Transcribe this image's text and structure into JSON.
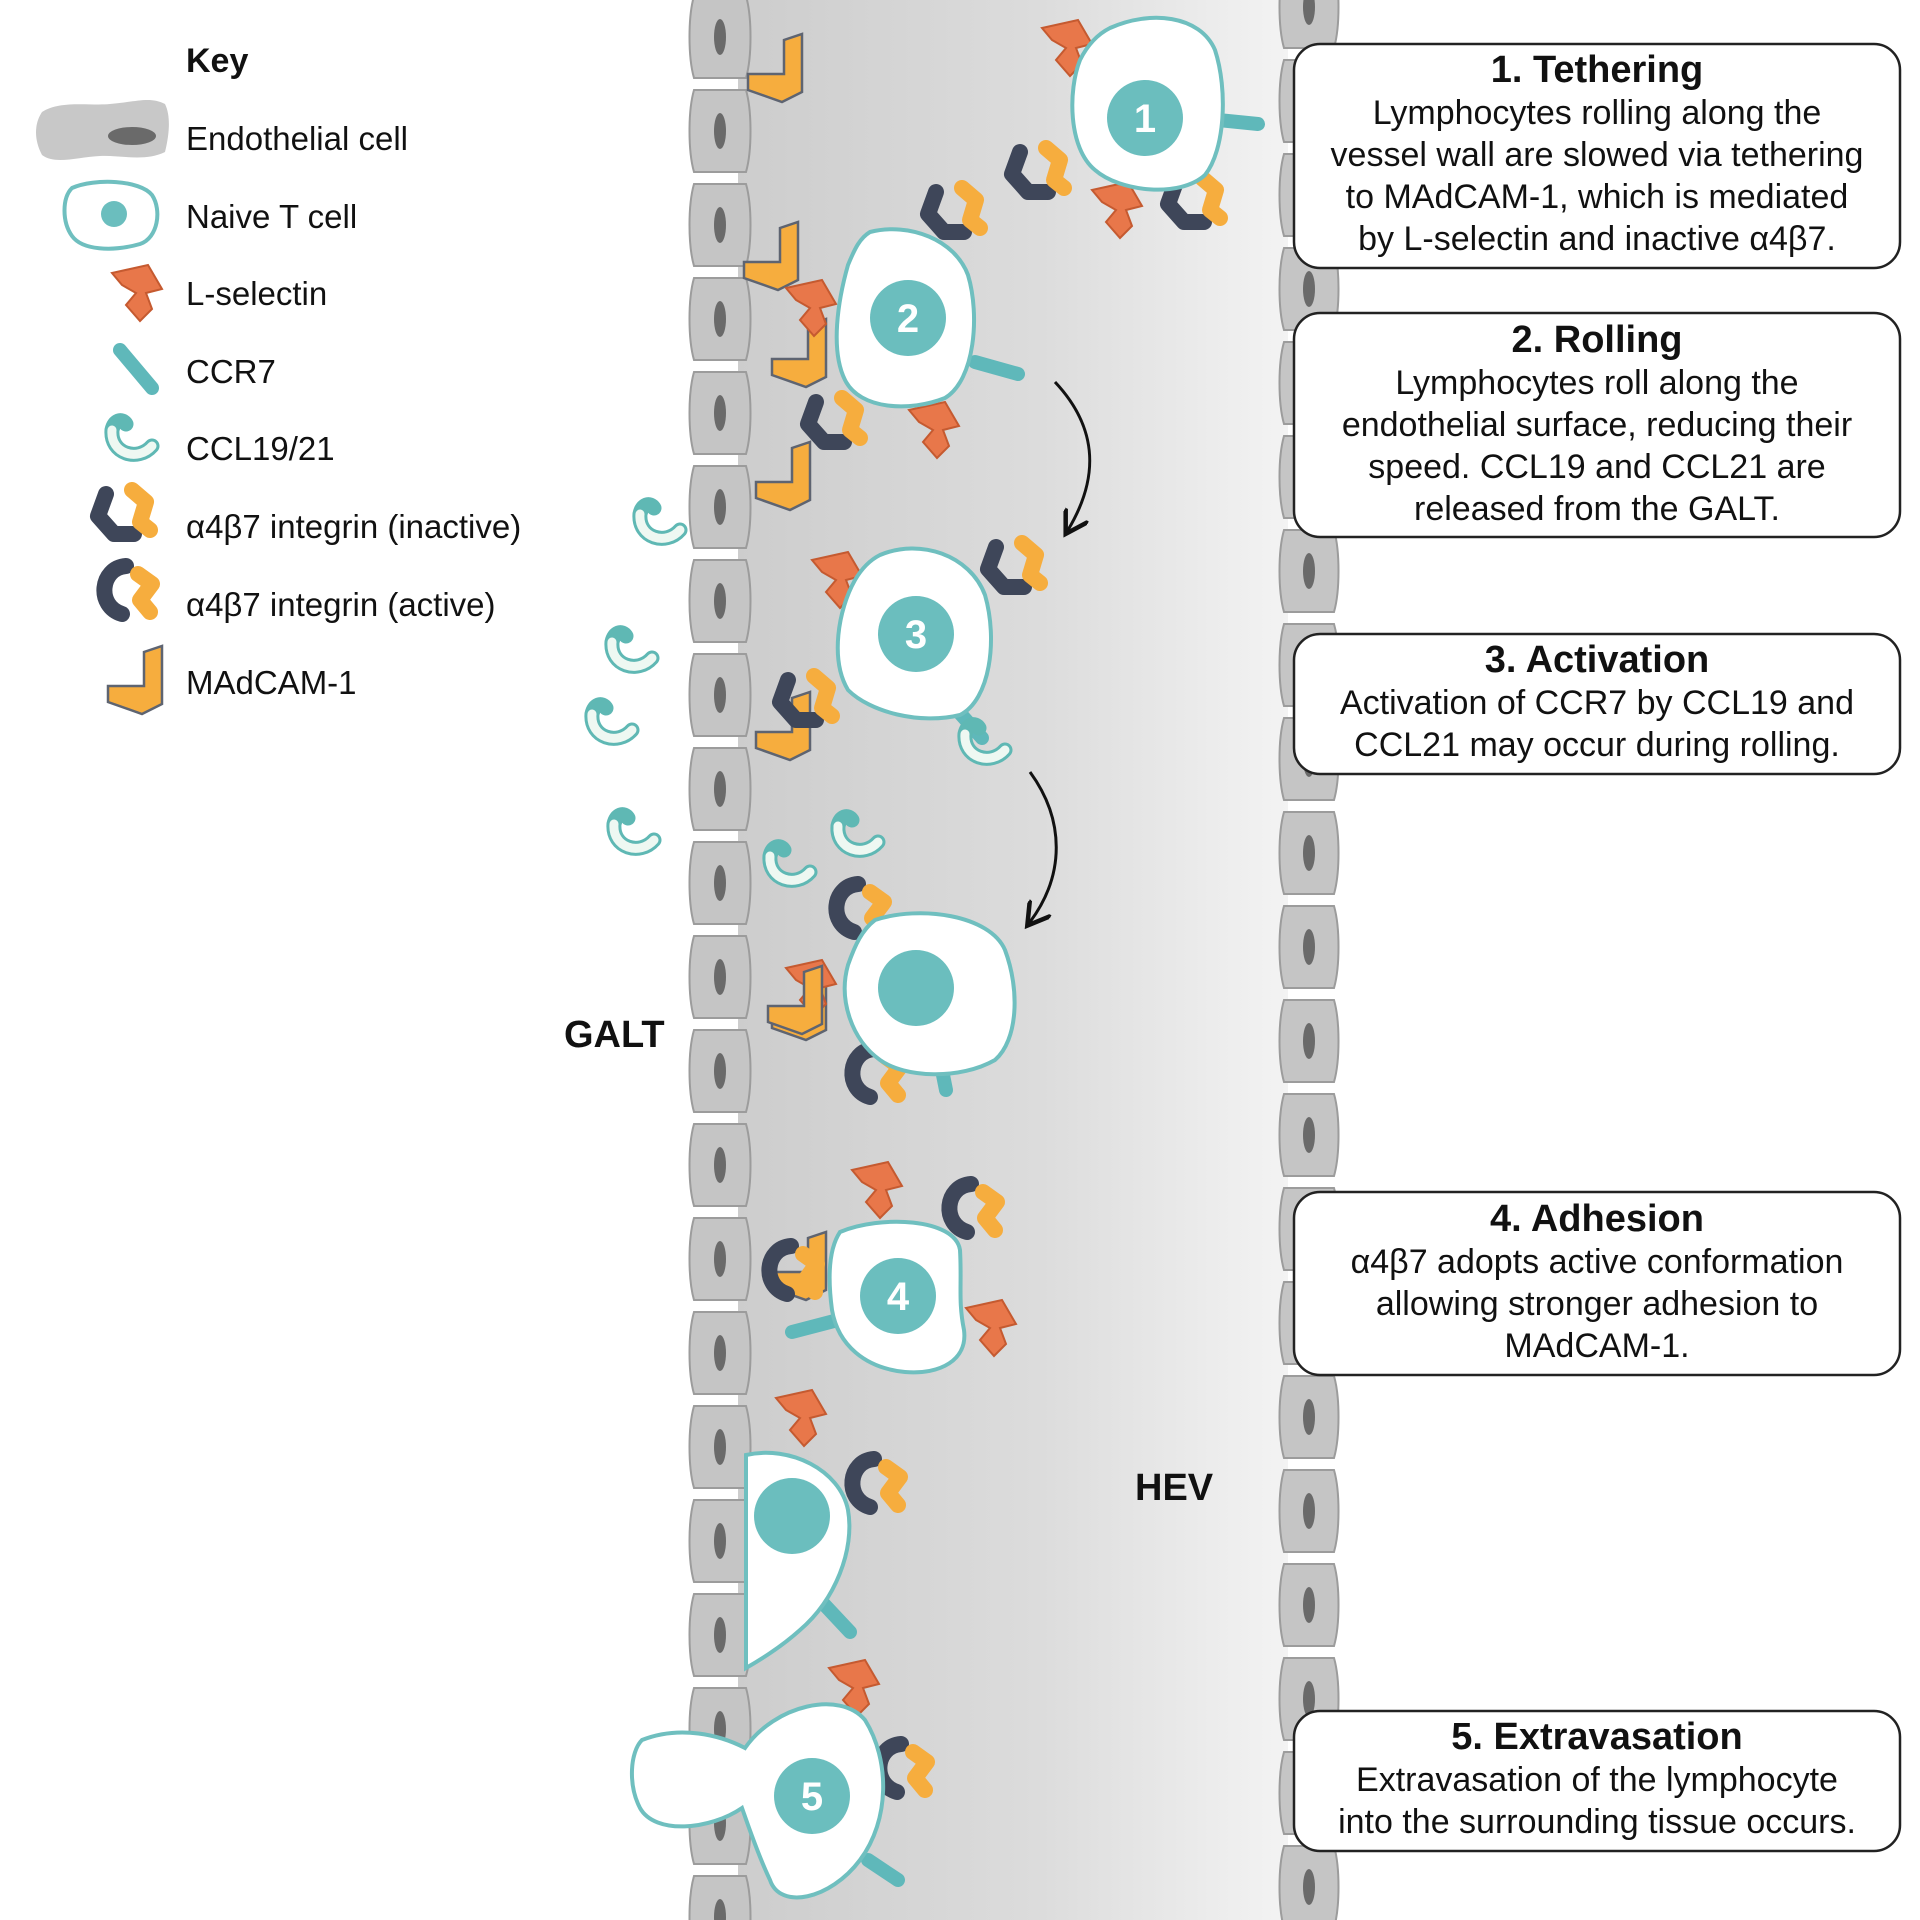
{
  "key": {
    "title": "Key",
    "items": [
      {
        "label": "Endothelial cell"
      },
      {
        "label": "Naive T cell"
      },
      {
        "label": "L-selectin"
      },
      {
        "label": "CCR7"
      },
      {
        "label": "CCL19/21"
      },
      {
        "label": "α4β7 integrin (inactive)"
      },
      {
        "label": "α4β7 integrin (active)"
      },
      {
        "label": "MAdCAM-1"
      }
    ]
  },
  "regions": {
    "left": "GALT",
    "center": "HEV"
  },
  "cells": [
    {
      "number": "1"
    },
    {
      "number": "2"
    },
    {
      "number": "3"
    },
    {
      "number": ""
    },
    {
      "number": "4"
    },
    {
      "number": ""
    },
    {
      "number": "5"
    }
  ],
  "steps": [
    {
      "title": "1. Tethering",
      "lines": [
        "Lymphocytes rolling along the",
        "vessel wall are slowed via tethering",
        "to MAdCAM-1, which is mediated",
        "by L-selectin and inactive α4β7."
      ]
    },
    {
      "title": "2. Rolling",
      "lines": [
        "Lymphocytes roll along the",
        "endothelial surface, reducing their",
        "speed. CCL19 and CCL21 are",
        "released from the GALT."
      ]
    },
    {
      "title": "3. Activation",
      "lines": [
        "Activation of CCR7 by CCL19 and",
        "CCL21 may occur during rolling."
      ]
    },
    {
      "title": "4. Adhesion",
      "lines": [
        "α4β7 adopts active conformation",
        "allowing stronger adhesion to",
        "MAdCAM-1."
      ]
    },
    {
      "title": "5. Extravasation",
      "lines": [
        "Extravasation of the lymphocyte",
        "into the surrounding tissue occurs."
      ]
    }
  ],
  "colors": {
    "vessel_lumen": "#d2d2d2",
    "endothelial": "#c5c5c5",
    "t_cell_outline": "#6fbfbf",
    "nucleus": "#6bbebe",
    "l_selectin": "#e8774a",
    "integrin_dark": "#3e4659",
    "integrin_orange": "#f6ad3e",
    "ccl": "#5fb8b4"
  }
}
